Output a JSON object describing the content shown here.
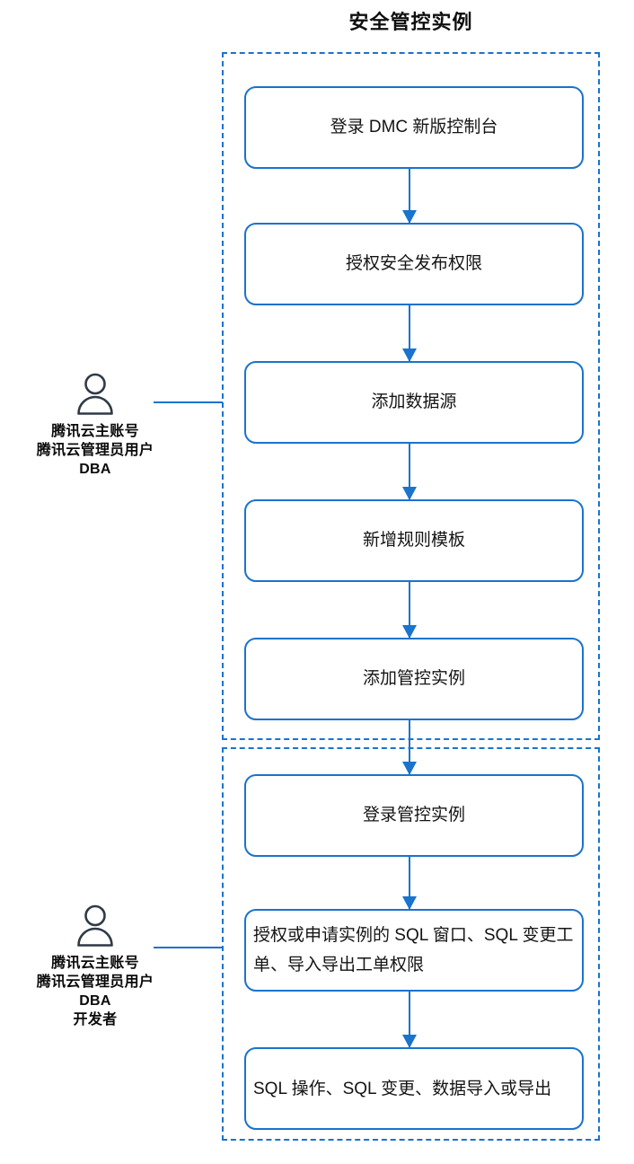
{
  "title": "安全管控实例",
  "colors": {
    "flow_blue": "#1a73cc",
    "text_black": "#141414",
    "icon_navy": "#2f3a४6"
  },
  "lanes": [
    {
      "id": "admin-lane",
      "node_ids": [
        "n1",
        "n2",
        "n3",
        "n4",
        "n5"
      ]
    },
    {
      "id": "developer-lane",
      "node_ids": [
        "n6",
        "n7",
        "n8"
      ]
    }
  ],
  "nodes": [
    {
      "id": "n1",
      "label": "登录 DMC 新版控制台"
    },
    {
      "id": "n2",
      "label": "授权安全发布权限"
    },
    {
      "id": "n3",
      "label": "添加数据源"
    },
    {
      "id": "n4",
      "label": "新增规则模板"
    },
    {
      "id": "n5",
      "label": "添加管控实例"
    },
    {
      "id": "n6",
      "label": "登录管控实例"
    },
    {
      "id": "n7",
      "label": "授权或申请实例的 SQL 窗口、SQL 变更工单、导入导出工单权限"
    },
    {
      "id": "n8",
      "label": "SQL 操作、SQL 变更、数据导入或导出"
    }
  ],
  "actors": [
    {
      "id": "actor-admin",
      "icon": "person-icon",
      "labels": [
        "腾讯云主账号",
        "腾讯云管理员用户",
        "DBA"
      ]
    },
    {
      "id": "actor-developer",
      "icon": "person-icon",
      "labels": [
        "腾讯云主账号",
        "腾讯云管理员用户",
        "DBA",
        "开发者"
      ]
    }
  ]
}
